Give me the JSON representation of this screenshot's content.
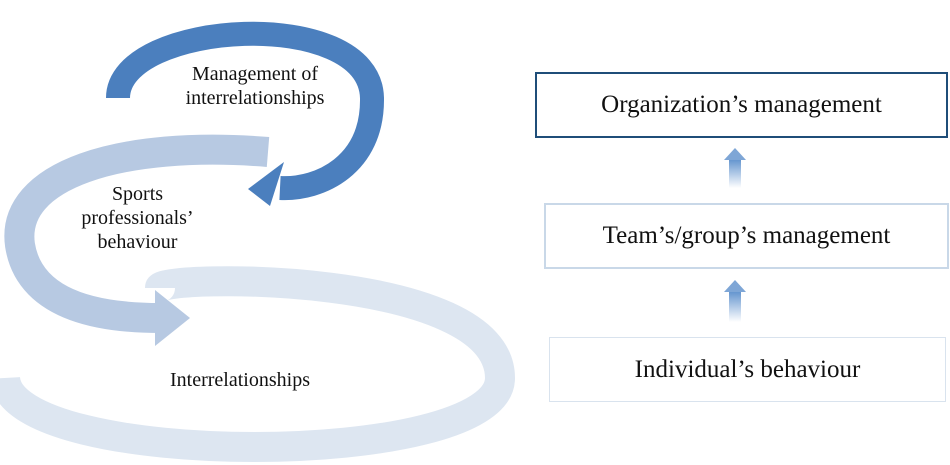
{
  "cycle": {
    "management_label_line1": "Management of",
    "management_label_line2": "interrelationships",
    "sports_label_line1": "Sports",
    "sports_label_line2": "professionals’",
    "sports_label_line3": "behaviour",
    "interrelationships_label": "Interrelationships"
  },
  "hierarchy": {
    "levels": [
      "Organization’s management",
      "Team’s/group’s management",
      "Individual’s behaviour"
    ]
  },
  "colors": {
    "dark_arrow": "#4b7fbe",
    "mid_arrow": "#b7c9e2",
    "light_arrow": "#dde6f1",
    "top_box_border": "#1f4e79"
  }
}
